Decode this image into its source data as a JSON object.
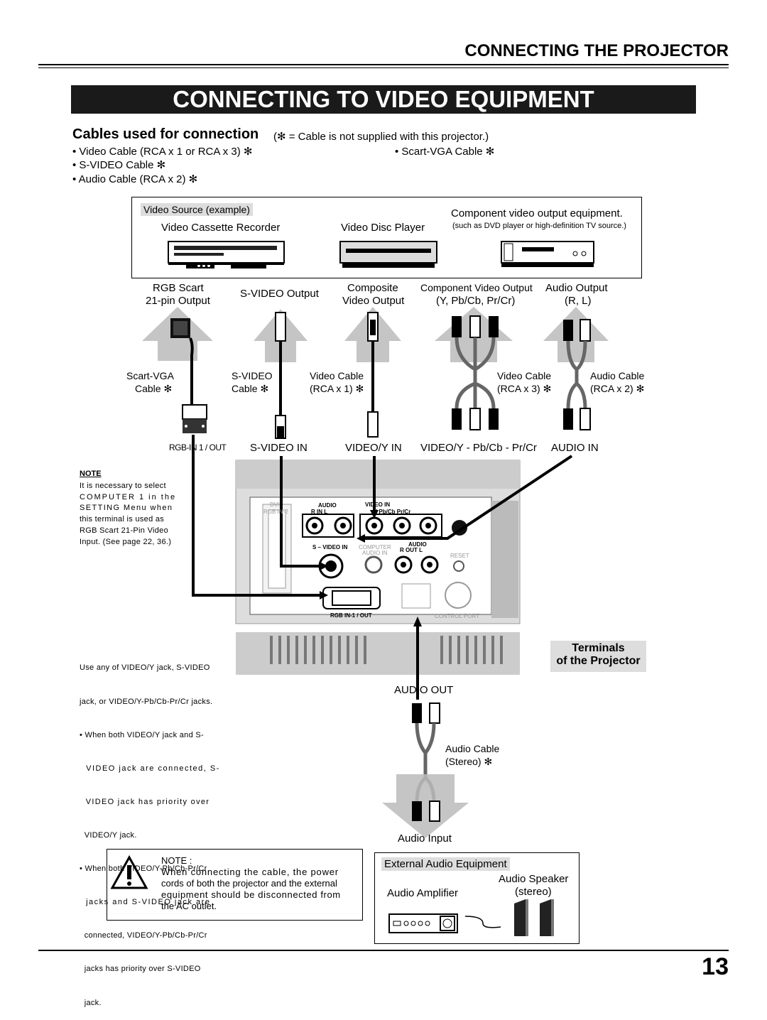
{
  "header": {
    "section": "CONNECTING THE PROJECTOR",
    "title": "CONNECTING TO VIDEO EQUIPMENT"
  },
  "cables": {
    "heading": "Cables used for connection",
    "note": "(✻ = Cable is not supplied with this projector.)",
    "items": [
      "• Video Cable (RCA x 1 or RCA x 3) ✻",
      "• S-VIDEO Cable ✻",
      "• Audio Cable (RCA x 2) ✻",
      "• Scart-VGA Cable ✻"
    ]
  },
  "sources": {
    "label": "Video Source (example)",
    "vcr": "Video Cassette Recorder",
    "disc": "Video Disc Player",
    "component": "Component video output equipment.",
    "component_note": "(such as DVD player or high-definition TV source.)"
  },
  "outputs": {
    "rgb_scart": "RGB Scart",
    "rgb_scart2": "21-pin Output",
    "svideo": "S-VIDEO Output",
    "composite": "Composite",
    "composite2": "Video Output",
    "component": "Component Video Output",
    "component2": "(Y, Pb/Cb, Pr/Cr)",
    "audio": "Audio Output",
    "audio2": "(R, L)"
  },
  "cable_labels": {
    "scart1": "Scart-VGA",
    "scart2": "Cable ✻",
    "svideo1": "S-VIDEO",
    "svideo2": "Cable ✻",
    "video1": "Video Cable",
    "video2": "(RCA x 1) ✻",
    "video3a": "Video Cable",
    "video3b": "(RCA x 3) ✻",
    "audio1": "Audio Cable",
    "audio2": "(RCA x 2) ✻"
  },
  "inputs": {
    "rgb_in": "RGB-IN 1 / OUT",
    "svideo_in": "S-VIDEO IN",
    "video_in": "VIDEO/Y IN",
    "component_in": "VIDEO/Y - Pb/Cb - Pr/Cr",
    "audio_in": "AUDIO IN"
  },
  "panel": {
    "dvi": "DVI",
    "rgb2": "RGB IN-2",
    "audio": "AUDIO",
    "r_in_l": "R    IN    L",
    "video_in": "VIDEO IN",
    "y_pb_pr": "Y     Pb/Cb    Pr/Cr",
    "svideo_in": "S – VIDEO IN",
    "computer": "COMPUTER",
    "audio_in": "AUDIO IN",
    "audio_out": "AUDIO",
    "r_out_l": "R   OUT   L",
    "reset": "RESET",
    "rgb_out": "RGB IN-1 / OUT",
    "control": "CONTROL  PORT"
  },
  "note_left": {
    "title": "NOTE",
    "lines": [
      "It is necessary to select",
      "COMPUTER 1 in the",
      "SETTING Menu when",
      "this terminal is used as",
      "RGB Scart 21-Pin Video",
      "Input.  (See page 22, 36.)"
    ]
  },
  "note_video": {
    "lines": [
      "Use any of VIDEO/Y jack, S-VIDEO",
      "jack, or VIDEO/Y-Pb/Cb-Pr/Cr jacks.",
      "• When both VIDEO/Y jack and S-",
      "  VIDEO jack are connected, S-",
      "  VIDEO jack has priority over",
      "  VIDEO/Y jack.",
      "• When both VIDEO/Y-Pb/Cb-Pr/Cr",
      "  jacks and S-VIDEO jack are",
      "  connected, VIDEO/Y-Pb/Cb-Pr/Cr",
      "  jacks has priority over S-VIDEO",
      "  jack."
    ]
  },
  "terminals": {
    "line1": "Terminals",
    "line2": "of the Projector"
  },
  "audio_out": {
    "label": "AUDIO OUT",
    "cable1": "Audio Cable",
    "cable2": "(Stereo) ✻",
    "input": "Audio Input"
  },
  "note_bottom": {
    "title": "NOTE  :",
    "lines": [
      "When connecting the cable, the power",
      "cords of both the projector and the external",
      "equipment should be disconnected from",
      "the AC outlet."
    ]
  },
  "external": {
    "label": "External Audio Equipment",
    "amp": "Audio Amplifier",
    "speaker": "Audio Speaker",
    "stereo": "(stereo)"
  },
  "page_number": "13"
}
